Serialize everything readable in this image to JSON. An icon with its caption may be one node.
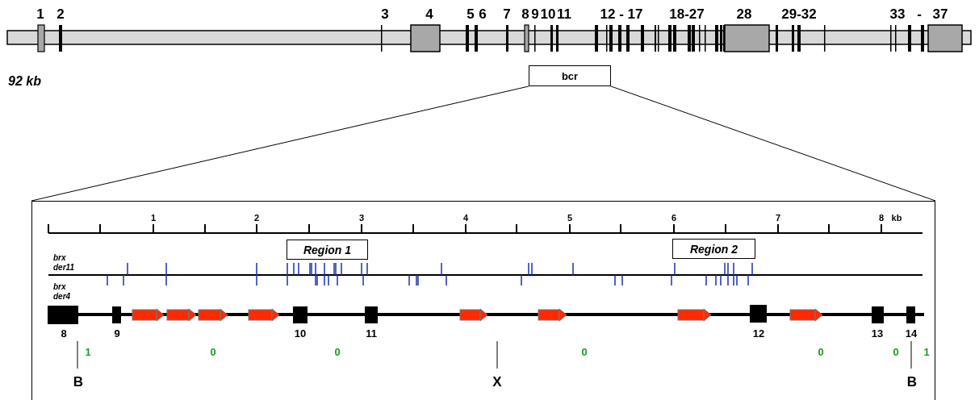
{
  "diagram": {
    "nodes": [
      {
        "text": [
          "bcr"
        ]
      },
      {
        "text": [],
        "shape": "box"
      },
      {
        "text": [
          "Region 1"
        ],
        "in": 1
      },
      {
        "text": [
          "Region 2"
        ],
        "in": 1
      }
    ],
    "edges": [
      {
        "from": 0,
        "to": 1,
        "arrow": "none"
      },
      {
        "from": 0,
        "to": 1,
        "arrow": "none"
      }
    ],
    "labels": [
      "1",
      "2",
      "3",
      "4",
      "5",
      "6",
      "7",
      "8",
      "9",
      "10",
      "11",
      "12 - 17",
      "18-27",
      "28",
      "29-32",
      "33",
      "-",
      "37",
      "92 kb",
      "1",
      "2",
      "3",
      "4",
      "5",
      "6",
      "7",
      "8",
      "kb",
      "brx der11",
      "brx der4",
      "8",
      "9",
      "10",
      "11",
      "12",
      "13",
      "14",
      "1",
      "0",
      "0",
      "0",
      "0",
      "0",
      "1",
      "B",
      "X",
      "B"
    ]
  }
}
